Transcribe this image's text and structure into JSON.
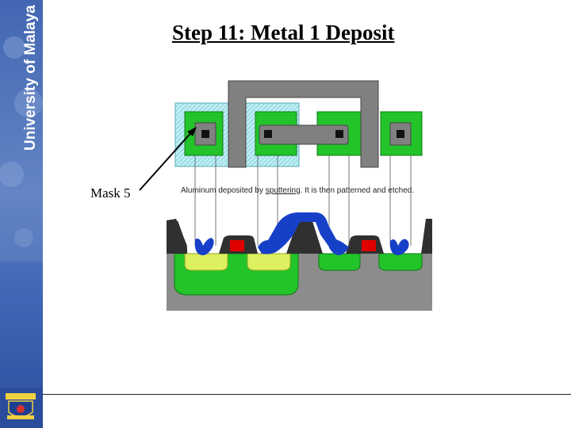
{
  "slide": {
    "title": "Step 11: Metal 1 Deposit",
    "mask_label": "Mask 5",
    "caption_part1": "Aluminum deposited by ",
    "caption_link": "sputtering",
    "caption_part2": ".  It is then patterned and etched.",
    "sidebar_text": "University of Malaya"
  },
  "colors": {
    "metal": "#808080",
    "active": "#22c42a",
    "well_mask": "#a8e8f0",
    "contact": "#111111",
    "aluminum": "#1740c8",
    "poly": "#e00000",
    "p_diffusion": "#dcf060",
    "substrate": "#8c8c8c",
    "field_oxide": "#303030",
    "sidebar_blue": "#3a5fae"
  }
}
